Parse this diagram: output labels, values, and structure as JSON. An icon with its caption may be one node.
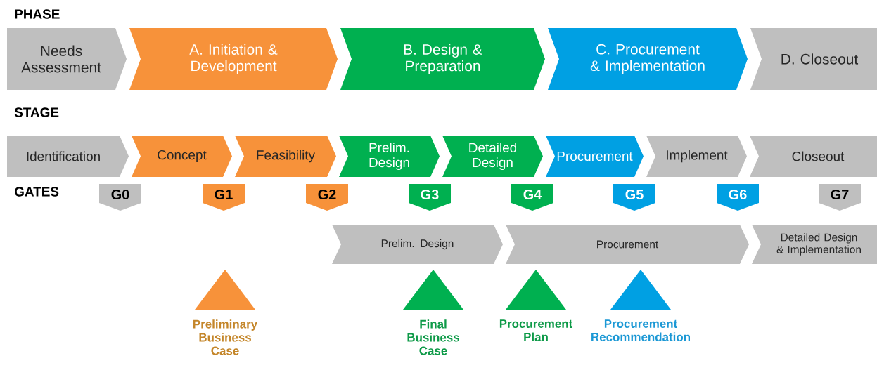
{
  "diagram": {
    "nodes": [
      {
        "text": [
          "Needs Assessment"
        ]
      },
      {
        "text": [
          "A. Initiation & Development"
        ]
      },
      {
        "text": [
          "B. Design & Preparation"
        ]
      },
      {
        "text": [
          "C. Procurement & Implementation"
        ]
      },
      {
        "text": [
          "D. Closeout"
        ]
      },
      {
        "text": [
          "Identification"
        ]
      },
      {
        "text": [
          "Concept"
        ]
      },
      {
        "text": [
          "Feasibility"
        ]
      },
      {
        "text": [
          "Prelim. Design"
        ]
      },
      {
        "text": [
          "Detailed Design"
        ]
      },
      {
        "text": [
          "Procurement"
        ]
      },
      {
        "text": [
          "Implement"
        ]
      },
      {
        "text": [
          "Closeout"
        ]
      },
      {
        "text": [
          "G0"
        ]
      },
      {
        "text": [
          "G1"
        ]
      },
      {
        "text": [
          "G2"
        ]
      },
      {
        "text": [
          "G3"
        ]
      },
      {
        "text": [
          "G4"
        ]
      },
      {
        "text": [
          "G5"
        ]
      },
      {
        "text": [
          "G6"
        ]
      },
      {
        "text": [
          "G7"
        ]
      },
      {
        "text": [
          "Prelim. Design"
        ]
      },
      {
        "text": [
          "Procurement"
        ]
      },
      {
        "text": [
          "Detailed Design & Implementation"
        ]
      },
      {
        "text": [
          "Preliminary Business Case"
        ]
      },
      {
        "text": [
          "Final Business Case"
        ]
      },
      {
        "text": [
          "Procurement Plan"
        ]
      },
      {
        "text": [
          "Procurement Recommendation"
        ]
      }
    ],
    "edges": [],
    "labels": [
      "PHASE",
      "STAGE",
      "GATES"
    ]
  }
}
